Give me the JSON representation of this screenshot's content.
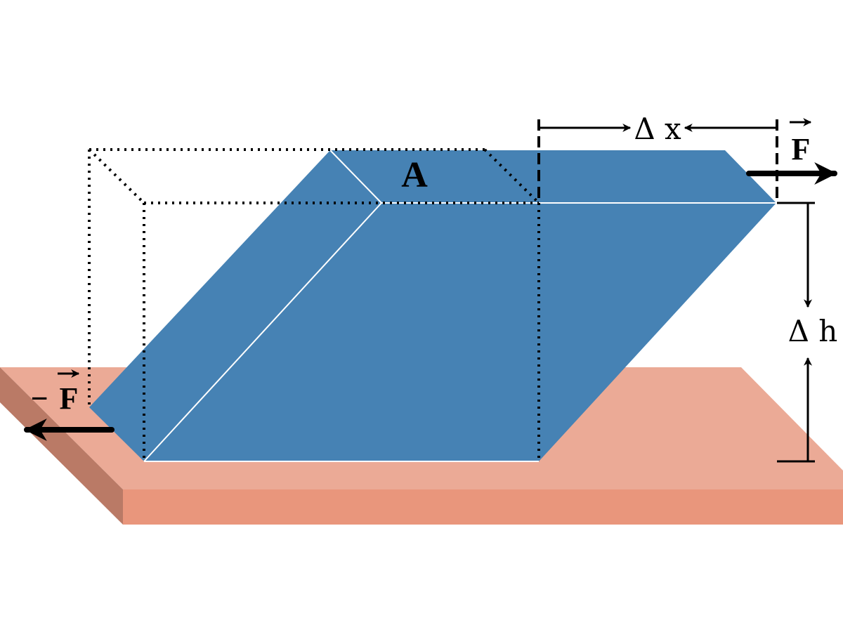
{
  "labels": {
    "area": "A",
    "displacement": "Δ x",
    "height": "Δ h",
    "force": "F",
    "force_sign": "−",
    "neg_force": "F"
  },
  "colors": {
    "block": "#4682B4",
    "base_top": "#EBAA96",
    "base_front": "#E9967C",
    "base_side": "#BA7A66",
    "edge": "#ffffff",
    "ink": "#000000"
  }
}
